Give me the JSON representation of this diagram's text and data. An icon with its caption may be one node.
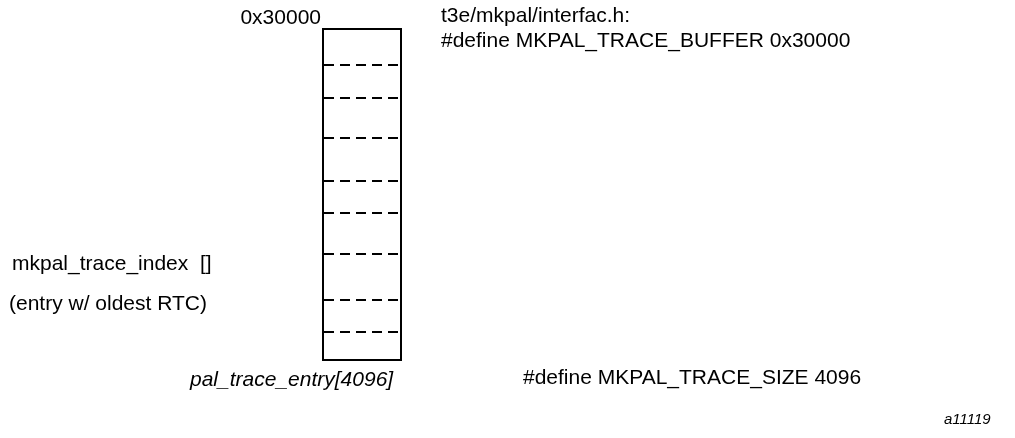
{
  "diagram": {
    "nodes": [
      {
        "text": [
          "pal_trace_entry[4096]"
        ],
        "beside": [
          "0x30000"
        ]
      }
    ],
    "labels": [
      "t3e/mkpal/interfac.h:",
      "#define MKPAL_TRACE_BUFFER 0x30000",
      "mkpal_trace_index  []",
      "(entry w/ oldest RTC)",
      "#define MKPAL_TRACE_SIZE 4096",
      "a11119"
    ]
  }
}
